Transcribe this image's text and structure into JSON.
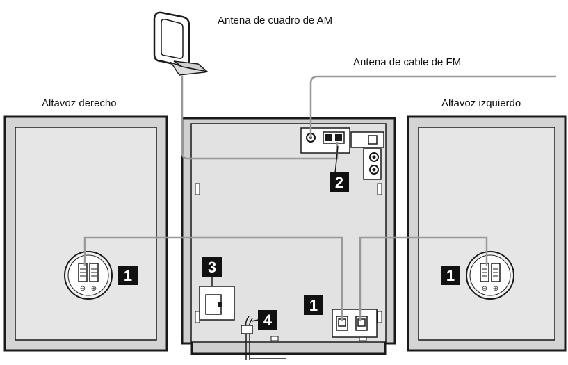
{
  "labels": {
    "am_antenna": "Antena de cuadro de AM",
    "fm_antenna": "Antena de cable de FM",
    "right_speaker": "Altavoz derecho",
    "left_speaker": "Altavoz izquierdo"
  },
  "callouts": {
    "speaker_right": "1",
    "speaker_left": "1",
    "unit_speaker_terminals": "1",
    "antenna_terminals": "2",
    "unit_3": "3",
    "unit_4": "4"
  },
  "terminal_marks": {
    "minus": "⊖",
    "plus": "⊕"
  },
  "colors": {
    "speaker_face": "#e6e6e6",
    "cabinet_face": "#e2e2e2",
    "outline": "#1a1a1a",
    "wire": "#999999",
    "callout_bg": "#111111",
    "callout_text": "#ffffff"
  }
}
